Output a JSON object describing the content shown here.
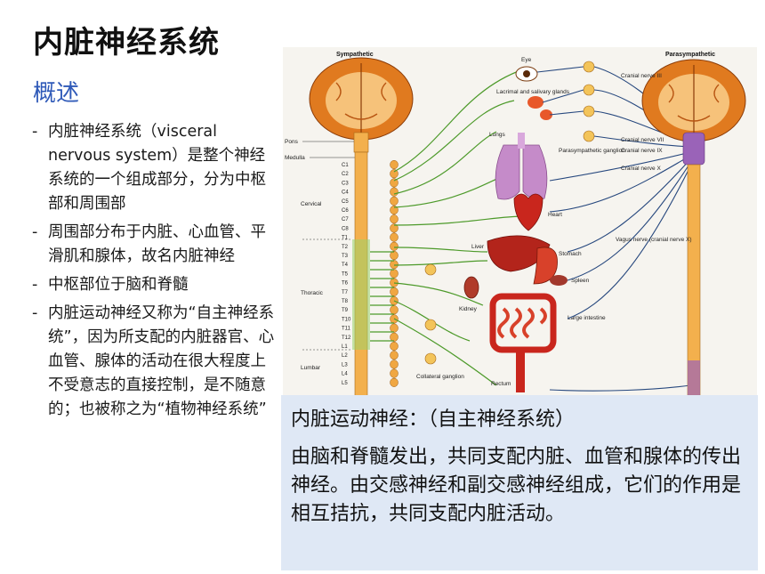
{
  "slide": {
    "title": "内脏神经系统",
    "subtitle": "概述",
    "bullets": [
      {
        "dash": "-",
        "text": "内脏神经系统（visceral nervous system）是整个神经系统的一个组成部分，分为中枢部和周围部"
      },
      {
        "dash": "-",
        "text": "周围部分布于内脏、心血管、平滑肌和腺体，故名内脏神经"
      },
      {
        "dash": "-",
        "text": "中枢部位于脑和脊髓"
      },
      {
        "dash": "-",
        "text": "内脏运动神经又称为“自主神经系统”，因为所支配的内脏器官、心血管、腺体的活动在很大程度上不受意志的直接控制，是不随意的；也被称之为“植物神经系统”"
      }
    ]
  },
  "diagram": {
    "left_header": "Sympathetic",
    "right_header": "Parasympathetic",
    "brain_labels": {
      "pons": "Pons",
      "medulla": "Medulla"
    },
    "regions": [
      "Cervical",
      "Thoracic",
      "Lumbar"
    ],
    "segments": [
      "C1",
      "C2",
      "C3",
      "C4",
      "C5",
      "C6",
      "C7",
      "C8",
      "T1",
      "T2",
      "T3",
      "T4",
      "T5",
      "T6",
      "T7",
      "T8",
      "T9",
      "T10",
      "T11",
      "T12",
      "L1",
      "L2",
      "L3",
      "L4",
      "L5"
    ],
    "organs": {
      "eye": "Eye",
      "lacrimal": "Lacrimal and salivary glands",
      "lungs": "Lungs",
      "heart": "Heart",
      "liver": "Liver",
      "stomach": "Stomach",
      "spleen": "Spleen",
      "kidney": "Kidney",
      "large_intestine": "Large intestine",
      "rectum": "Rectum",
      "para_ganglion": "Parasympathetic ganglion",
      "collateral_ganglion": "Collateral ganglion"
    },
    "nerves": {
      "cn3": "Cranial nerve III",
      "cn7": "Cranial nerve VII",
      "cn9": "Cranial nerve IX",
      "cn10": "Cranial nerve X",
      "vagus": "Vagus nerve (cranial nerve X)"
    },
    "colors": {
      "brain_outer": "#e07a1f",
      "brain_inner": "#f6c27a",
      "cord": "#f3b04d",
      "nerve_green": "#4d9a2a",
      "nerve_blue": "#27487e",
      "lung": "#c58bc9",
      "organ_red": "#c9261d",
      "para_cord": "#9a63b8"
    }
  },
  "callout": {
    "title": "内脏运动神经：（自主神经系统）",
    "body": "由脑和脊髓发出，共同支配内脏、血管和腺体的传出神经。由交感神经和副交感神经组成，它们的作用是相互拮抗，共同支配内脏活动。"
  }
}
